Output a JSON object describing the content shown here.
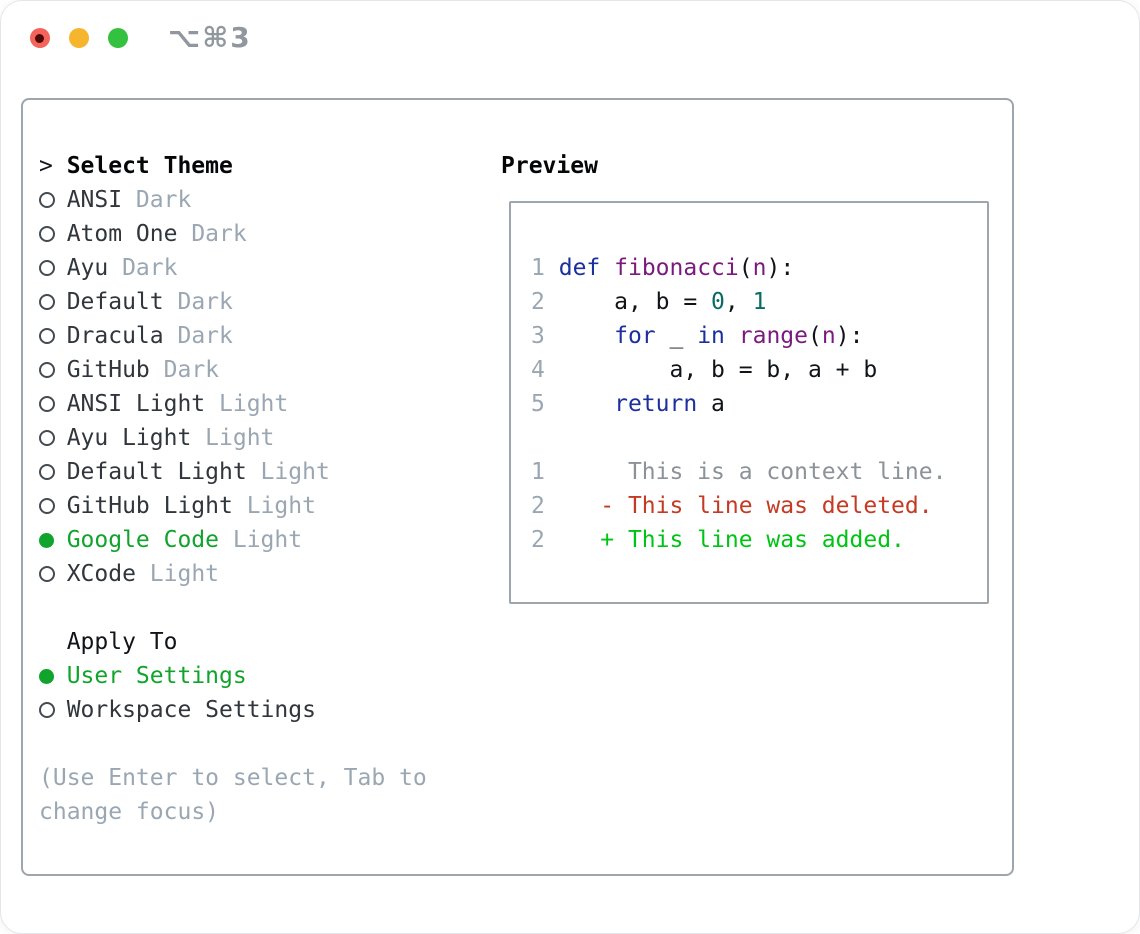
{
  "window": {
    "title": "⌥⌘3",
    "traffic_colors": {
      "close": "#f4645d",
      "minimize": "#f6b52e",
      "zoom": "#34c13f"
    }
  },
  "theme_picker": {
    "prompt": ">",
    "header": "Select Theme",
    "items": [
      {
        "name": "ANSI",
        "tag": "Dark",
        "selected": false
      },
      {
        "name": "Atom One",
        "tag": "Dark",
        "selected": false
      },
      {
        "name": "Ayu",
        "tag": "Dark",
        "selected": false
      },
      {
        "name": "Default",
        "tag": "Dark",
        "selected": false
      },
      {
        "name": "Dracula",
        "tag": "Dark",
        "selected": false
      },
      {
        "name": "GitHub",
        "tag": "Dark",
        "selected": false
      },
      {
        "name": "ANSI Light",
        "tag": "Light",
        "selected": false
      },
      {
        "name": "Ayu Light",
        "tag": "Light",
        "selected": false
      },
      {
        "name": "Default Light",
        "tag": "Light",
        "selected": false
      },
      {
        "name": "GitHub Light",
        "tag": "Light",
        "selected": false
      },
      {
        "name": "Google Code",
        "tag": "Light",
        "selected": true
      },
      {
        "name": "XCode",
        "tag": "Light",
        "selected": false
      }
    ],
    "apply_header": "Apply To",
    "apply_options": [
      {
        "name": "User Settings",
        "selected": true
      },
      {
        "name": "Workspace Settings",
        "selected": false
      }
    ],
    "help_lines": [
      "(Use Enter to select, Tab to",
      "change focus)"
    ]
  },
  "preview": {
    "header": "Preview",
    "lines": [
      [
        [
          "ln",
          "1"
        ],
        [
          "pl",
          " "
        ],
        [
          "kw",
          "def"
        ],
        [
          "pl",
          " "
        ],
        [
          "fn",
          "fibonacci"
        ],
        [
          "pl",
          "("
        ],
        [
          "fn",
          "n"
        ],
        [
          "pl",
          "):"
        ]
      ],
      [
        [
          "ln",
          "2"
        ],
        [
          "pl",
          "     a, b = "
        ],
        [
          "lit",
          "0"
        ],
        [
          "pl",
          ", "
        ],
        [
          "lit",
          "1"
        ]
      ],
      [
        [
          "ln",
          "3"
        ],
        [
          "pl",
          "     "
        ],
        [
          "kw",
          "for"
        ],
        [
          "pl",
          " _ "
        ],
        [
          "kw",
          "in"
        ],
        [
          "pl",
          " "
        ],
        [
          "fn",
          "range"
        ],
        [
          "pl",
          "("
        ],
        [
          "fn",
          "n"
        ],
        [
          "pl",
          "):"
        ]
      ],
      [
        [
          "ln",
          "4"
        ],
        [
          "pl",
          "         a, b = b, a + b"
        ]
      ],
      [
        [
          "ln",
          "5"
        ],
        [
          "pl",
          "     "
        ],
        [
          "kw",
          "return"
        ],
        [
          "pl",
          " a"
        ]
      ],
      [],
      [
        [
          "ln",
          "1"
        ],
        [
          "ctx",
          "      This is a context line."
        ]
      ],
      [
        [
          "ln",
          "2"
        ],
        [
          "pl",
          "    "
        ],
        [
          "del",
          "- This line was deleted."
        ]
      ],
      [
        [
          "ln",
          "2"
        ],
        [
          "pl",
          "    "
        ],
        [
          "add",
          "+ This line was added."
        ]
      ]
    ]
  },
  "colors": {
    "selection_green": "#10a42c",
    "added_green": "#00c414",
    "deleted_red": "#c43a22",
    "keyword_blue": "#1c2f9e",
    "function_purple": "#7a1a7e",
    "literal_teal": "#0a6b63",
    "muted_gray": "#9aa7b3",
    "border_gray": "#9ea6ad"
  }
}
